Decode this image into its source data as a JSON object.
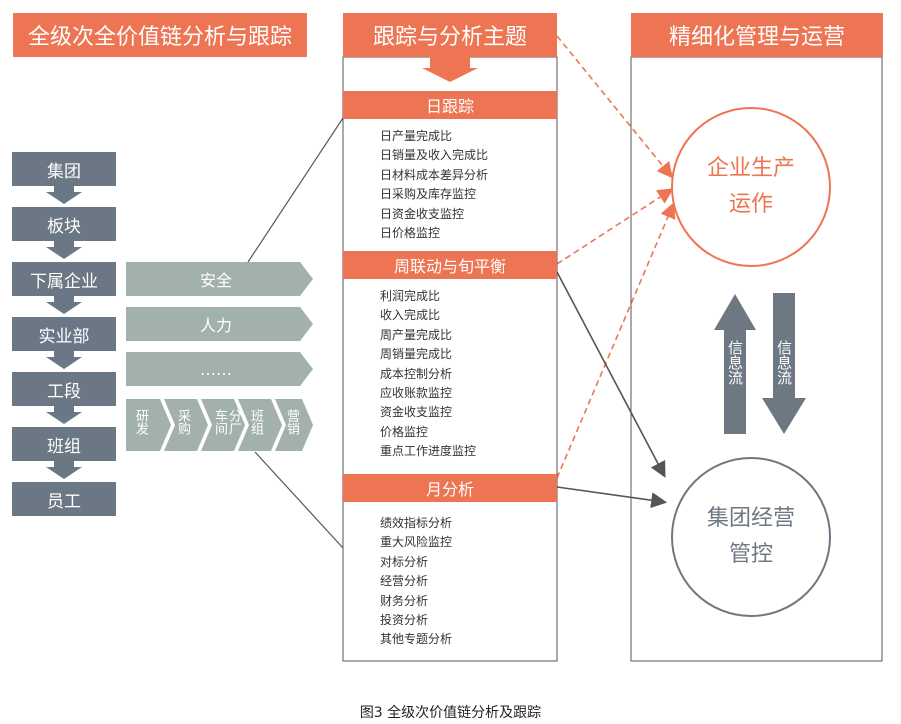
{
  "headers": {
    "left": "全级次全价值链分析与跟踪",
    "middle": "跟踪与分析主题",
    "right": "精细化管理与运营"
  },
  "levels": [
    "集团",
    "板块",
    "下属企业",
    "实业部",
    "工段",
    "班组",
    "员工"
  ],
  "functions": {
    "safety": "安全",
    "hr": "人力",
    "more": "……",
    "chain": [
      "研发",
      "采购",
      "车间",
      "分厂",
      "班组",
      "营销"
    ]
  },
  "daily": {
    "title": "日跟踪",
    "items": [
      "日产量完成比",
      "日销量及收入完成比",
      "日材料成本差异分析",
      "日采购及库存监控",
      "日资金收支监控",
      "日价格监控"
    ]
  },
  "weekly": {
    "title": "周联动与旬平衡",
    "items": [
      "利润完成比",
      "收入完成比",
      "周产量完成比",
      "周销量完成比",
      "成本控制分析",
      "应收账款监控",
      "资金收支监控",
      "价格监控",
      "重点工作进度监控"
    ]
  },
  "monthly": {
    "title": "月分析",
    "items": [
      "绩效指标分析",
      "重大风险监控",
      "对标分析",
      "经营分析",
      "财务分析",
      "投资分析",
      "其他专题分析"
    ]
  },
  "right_panel": {
    "top_circle": [
      "企业生产",
      "运作"
    ],
    "bottom_circle": [
      "集团经营",
      "管控"
    ],
    "arrow_up": "信息流",
    "arrow_down": "信息流"
  },
  "caption": "图3  全级次价值链分析及跟踪",
  "colors": {
    "orange": "#ee7553",
    "slate": "#6b7784",
    "sage": "#a3b1ad",
    "bottom_circle": "#6e7883"
  }
}
